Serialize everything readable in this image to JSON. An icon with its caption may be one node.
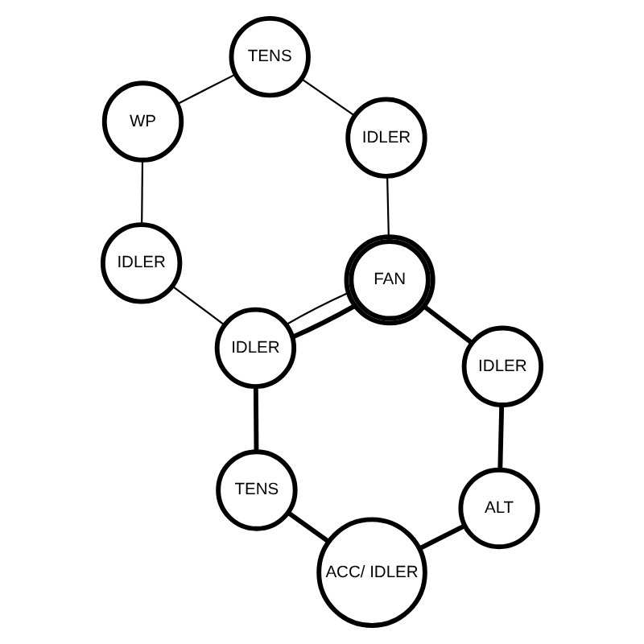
{
  "diagram": {
    "nodes": [
      {
        "text": [
          "WP"
        ]
      },
      {
        "text": [
          "IDLER"
        ]
      },
      {
        "text": [
          "ACC/ IDLER"
        ]
      },
      {
        "text": [
          "TENS"
        ]
      },
      {
        "text": [
          "IDLER"
        ]
      },
      {
        "text": [
          "IDLER"
        ]
      },
      {
        "text": [
          "TENS"
        ]
      },
      {
        "text": [
          "ALT"
        ]
      },
      {
        "text": [
          "FAN"
        ]
      },
      {
        "text": [
          "IDLER"
        ]
      }
    ],
    "edges": [
      {
        "from": 8,
        "to": 4,
        "arrow": "none"
      },
      {
        "from": 4,
        "to": 3,
        "arrow": "none"
      },
      {
        "from": 3,
        "to": 0,
        "arrow": "none"
      },
      {
        "from": 0,
        "to": 5,
        "arrow": "none"
      },
      {
        "from": 5,
        "to": 1,
        "arrow": "none"
      },
      {
        "from": 1,
        "to": 8,
        "arrow": "none"
      },
      {
        "from": 8,
        "to": 1,
        "arrow": "none",
        "style": "thick"
      },
      {
        "from": 1,
        "to": 6,
        "arrow": "none",
        "style": "thick"
      },
      {
        "from": 6,
        "to": 2,
        "arrow": "none",
        "style": "thick"
      },
      {
        "from": 2,
        "to": 7,
        "arrow": "none",
        "style": "thick"
      },
      {
        "from": 7,
        "to": 9,
        "arrow": "none",
        "style": "thick"
      },
      {
        "from": 9,
        "to": 8,
        "arrow": "none",
        "style": "thick"
      }
    ]
  }
}
